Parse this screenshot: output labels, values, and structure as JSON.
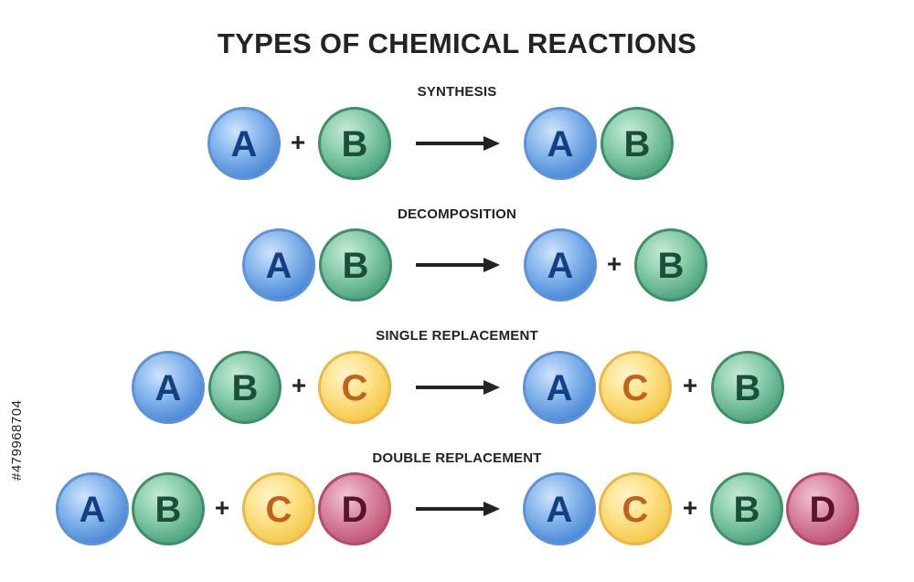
{
  "title": "TYPES OF CHEMICAL REACTIONS",
  "watermark_id": "#479968704",
  "colors": {
    "A": "#4f8bd8",
    "B": "#4fa680",
    "C": "#f6c94d",
    "D": "#c35878",
    "text": "#232323"
  },
  "icons": {
    "plus": "plus-icon",
    "arrow": "right-arrow-icon"
  },
  "sections": [
    {
      "label": "SYNTHESIS",
      "reactants": [
        [
          "A"
        ],
        [
          "B"
        ]
      ],
      "products": [
        [
          "A",
          "B"
        ]
      ]
    },
    {
      "label": "DECOMPOSITION",
      "reactants": [
        [
          "A",
          "B"
        ]
      ],
      "products": [
        [
          "A"
        ],
        [
          "B"
        ]
      ]
    },
    {
      "label": "SINGLE REPLACEMENT",
      "reactants": [
        [
          "A",
          "B"
        ],
        [
          "C"
        ]
      ],
      "products": [
        [
          "A",
          "C"
        ],
        [
          "B"
        ]
      ]
    },
    {
      "label": "DOUBLE REPLACEMENT",
      "reactants": [
        [
          "A",
          "B"
        ],
        [
          "C",
          "D"
        ]
      ],
      "products": [
        [
          "A",
          "C"
        ],
        [
          "B",
          "D"
        ]
      ]
    }
  ]
}
